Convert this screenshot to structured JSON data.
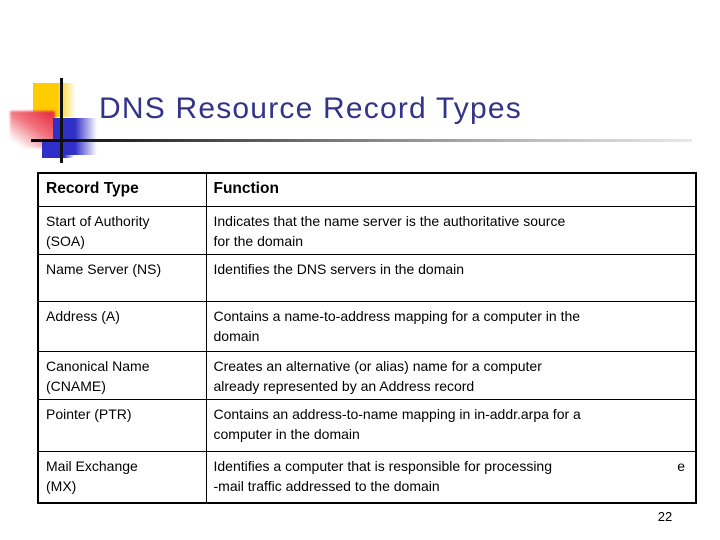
{
  "slide": {
    "title": "DNS Resource Record Types",
    "page_number": "22",
    "colors": {
      "title_text": "#333388",
      "accent_yellow": "#ffcc00",
      "accent_red": "#e63246",
      "accent_blue": "#3030c8",
      "table_border": "#000000",
      "rule_gradient_start": "#000000",
      "rule_gradient_end": "#e8e8e8"
    }
  },
  "table": {
    "headers": [
      "Record Type",
      "Function"
    ],
    "rows": [
      {
        "type": [
          "Start of Authority",
          "(SOA)"
        ],
        "func": [
          "Indicates that the name server is the authoritative source",
          "for the domain"
        ]
      },
      {
        "type": [
          "Name Server (NS)"
        ],
        "func": [
          "Identifies the DNS servers in the domain"
        ]
      },
      {
        "type": [
          "Address (A)"
        ],
        "func": [
          "Contains a name-to-address mapping for a computer in the",
          "domain"
        ]
      },
      {
        "type": [
          "Canonical Name",
          "(CNAME)"
        ],
        "func": [
          "Creates an alternative (or alias) name for a computer",
          "already represented by an Address record"
        ]
      },
      {
        "type": [
          "Pointer (PTR)"
        ],
        "func": [
          "Contains an address-to-name mapping in in-addr.arpa for a",
          "computer in the domain"
        ]
      },
      {
        "type": [
          "Mail Exchange",
          "(MX)"
        ],
        "func": [
          "Identifies a computer that is responsible for processing",
          "-mail traffic addressed to the domain"
        ],
        "tail": "e"
      }
    ]
  }
}
